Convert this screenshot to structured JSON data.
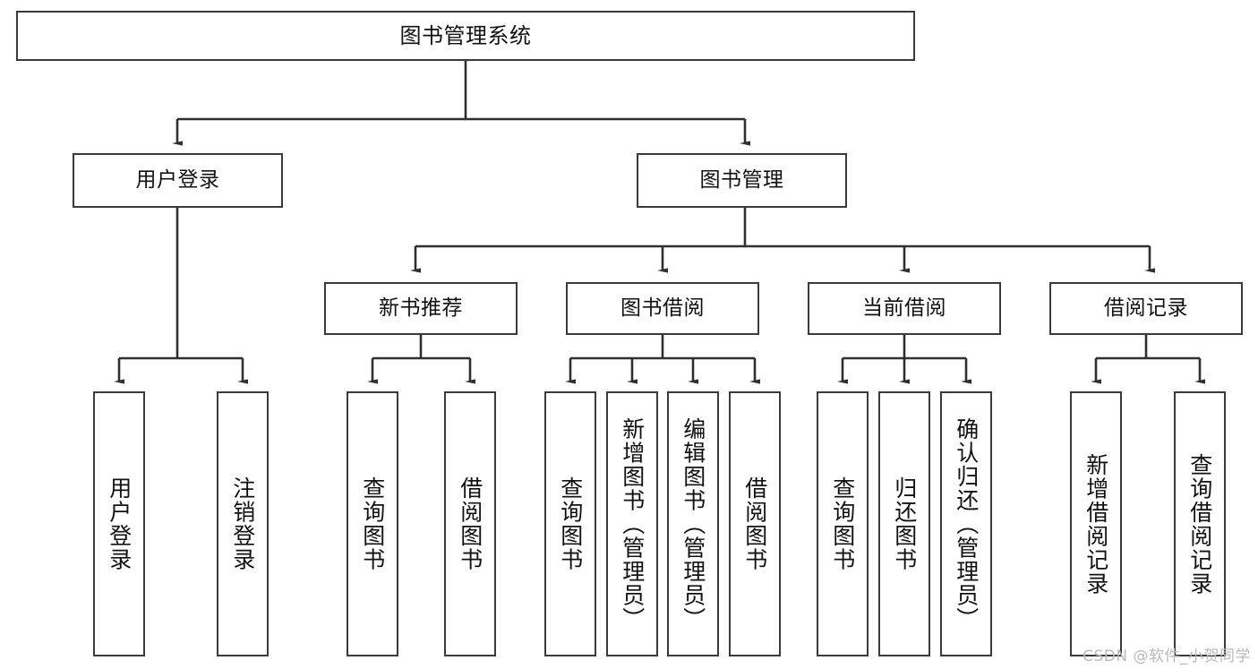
{
  "diagram": {
    "title": "图书管理系统",
    "type": "tree-hierarchy",
    "root": {
      "label": "图书管理系统"
    },
    "level2": [
      {
        "label": "用户登录"
      },
      {
        "label": "图书管理"
      }
    ],
    "level3": [
      {
        "label": "新书推荐"
      },
      {
        "label": "图书借阅"
      },
      {
        "label": "当前借阅"
      },
      {
        "label": "借阅记录"
      }
    ],
    "leaves": {
      "user_login": [
        {
          "label": "用户登录"
        },
        {
          "label": "注销登录"
        }
      ],
      "new_book_recommend": [
        {
          "label": "查询图书"
        },
        {
          "label": "借阅图书"
        }
      ],
      "book_borrow": [
        {
          "label": "查询图书"
        },
        {
          "label": "新增图书（管理员）"
        },
        {
          "label": "编辑图书（管理员）"
        },
        {
          "label": "借阅图书"
        }
      ],
      "current_borrow": [
        {
          "label": "查询图书"
        },
        {
          "label": "归还图书"
        },
        {
          "label": "确认归还（管理员）"
        }
      ],
      "borrow_record": [
        {
          "label": "新增借阅记录"
        },
        {
          "label": "查询借阅记录"
        }
      ]
    }
  },
  "watermark": {
    "text": "CSDN @软件_小贺同学"
  },
  "colors": {
    "box_border": "#3a3a3a",
    "box_fill": "#ffffff",
    "line": "#2f2f2f",
    "text": "#111111",
    "watermark": "#b9b9b9"
  }
}
